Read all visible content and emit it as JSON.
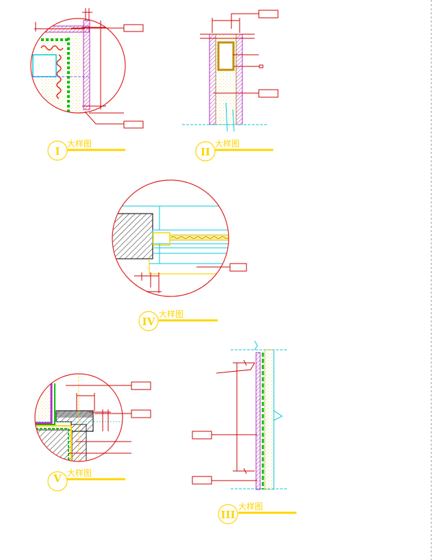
{
  "details": [
    {
      "numeral": "I",
      "label": "大样图"
    },
    {
      "numeral": "II",
      "label": "大样图"
    },
    {
      "numeral": "IV",
      "label": "大样图"
    },
    {
      "numeral": "V",
      "label": "大样图"
    },
    {
      "numeral": "III",
      "label": "大样图"
    }
  ],
  "colors": {
    "outline": "#e02020",
    "dim": "#cc0000",
    "title": "#ffd400",
    "wall": "#b030c0",
    "insulation": "#ffee88",
    "green": "#00c000",
    "cyan": "#00c8d8",
    "hatch": "#222222",
    "sheet_border": "#999999"
  }
}
